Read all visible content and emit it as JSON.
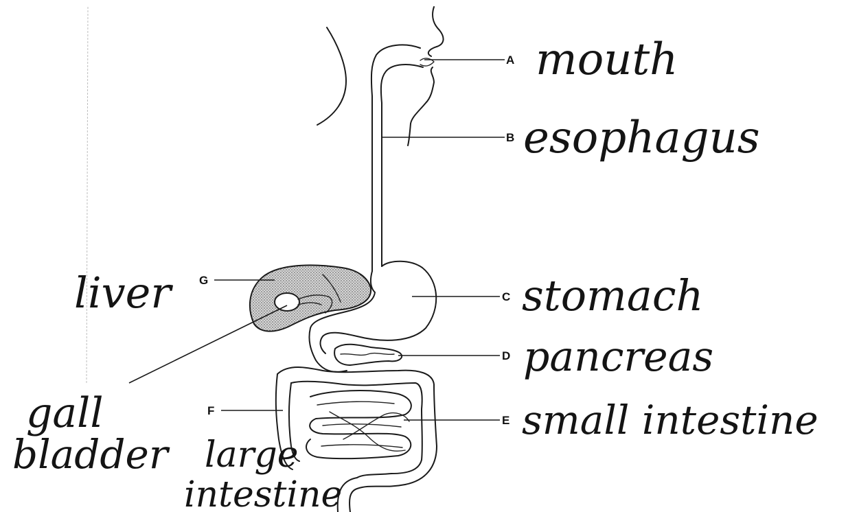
{
  "labels": [
    {
      "letter": "A",
      "name": "mouth"
    },
    {
      "letter": "B",
      "name": "esophagus"
    },
    {
      "letter": "C",
      "name": "stomach"
    },
    {
      "letter": "D",
      "name": "pancreas"
    },
    {
      "letter": "E",
      "name": "small intestine"
    },
    {
      "letter": "F",
      "name_line1": "large",
      "name_line2": "intestine"
    },
    {
      "letter": "G",
      "name": "liver"
    }
  ],
  "extra_labels": {
    "gall_bladder_line1": "gall",
    "gall_bladder_line2": "bladder"
  }
}
